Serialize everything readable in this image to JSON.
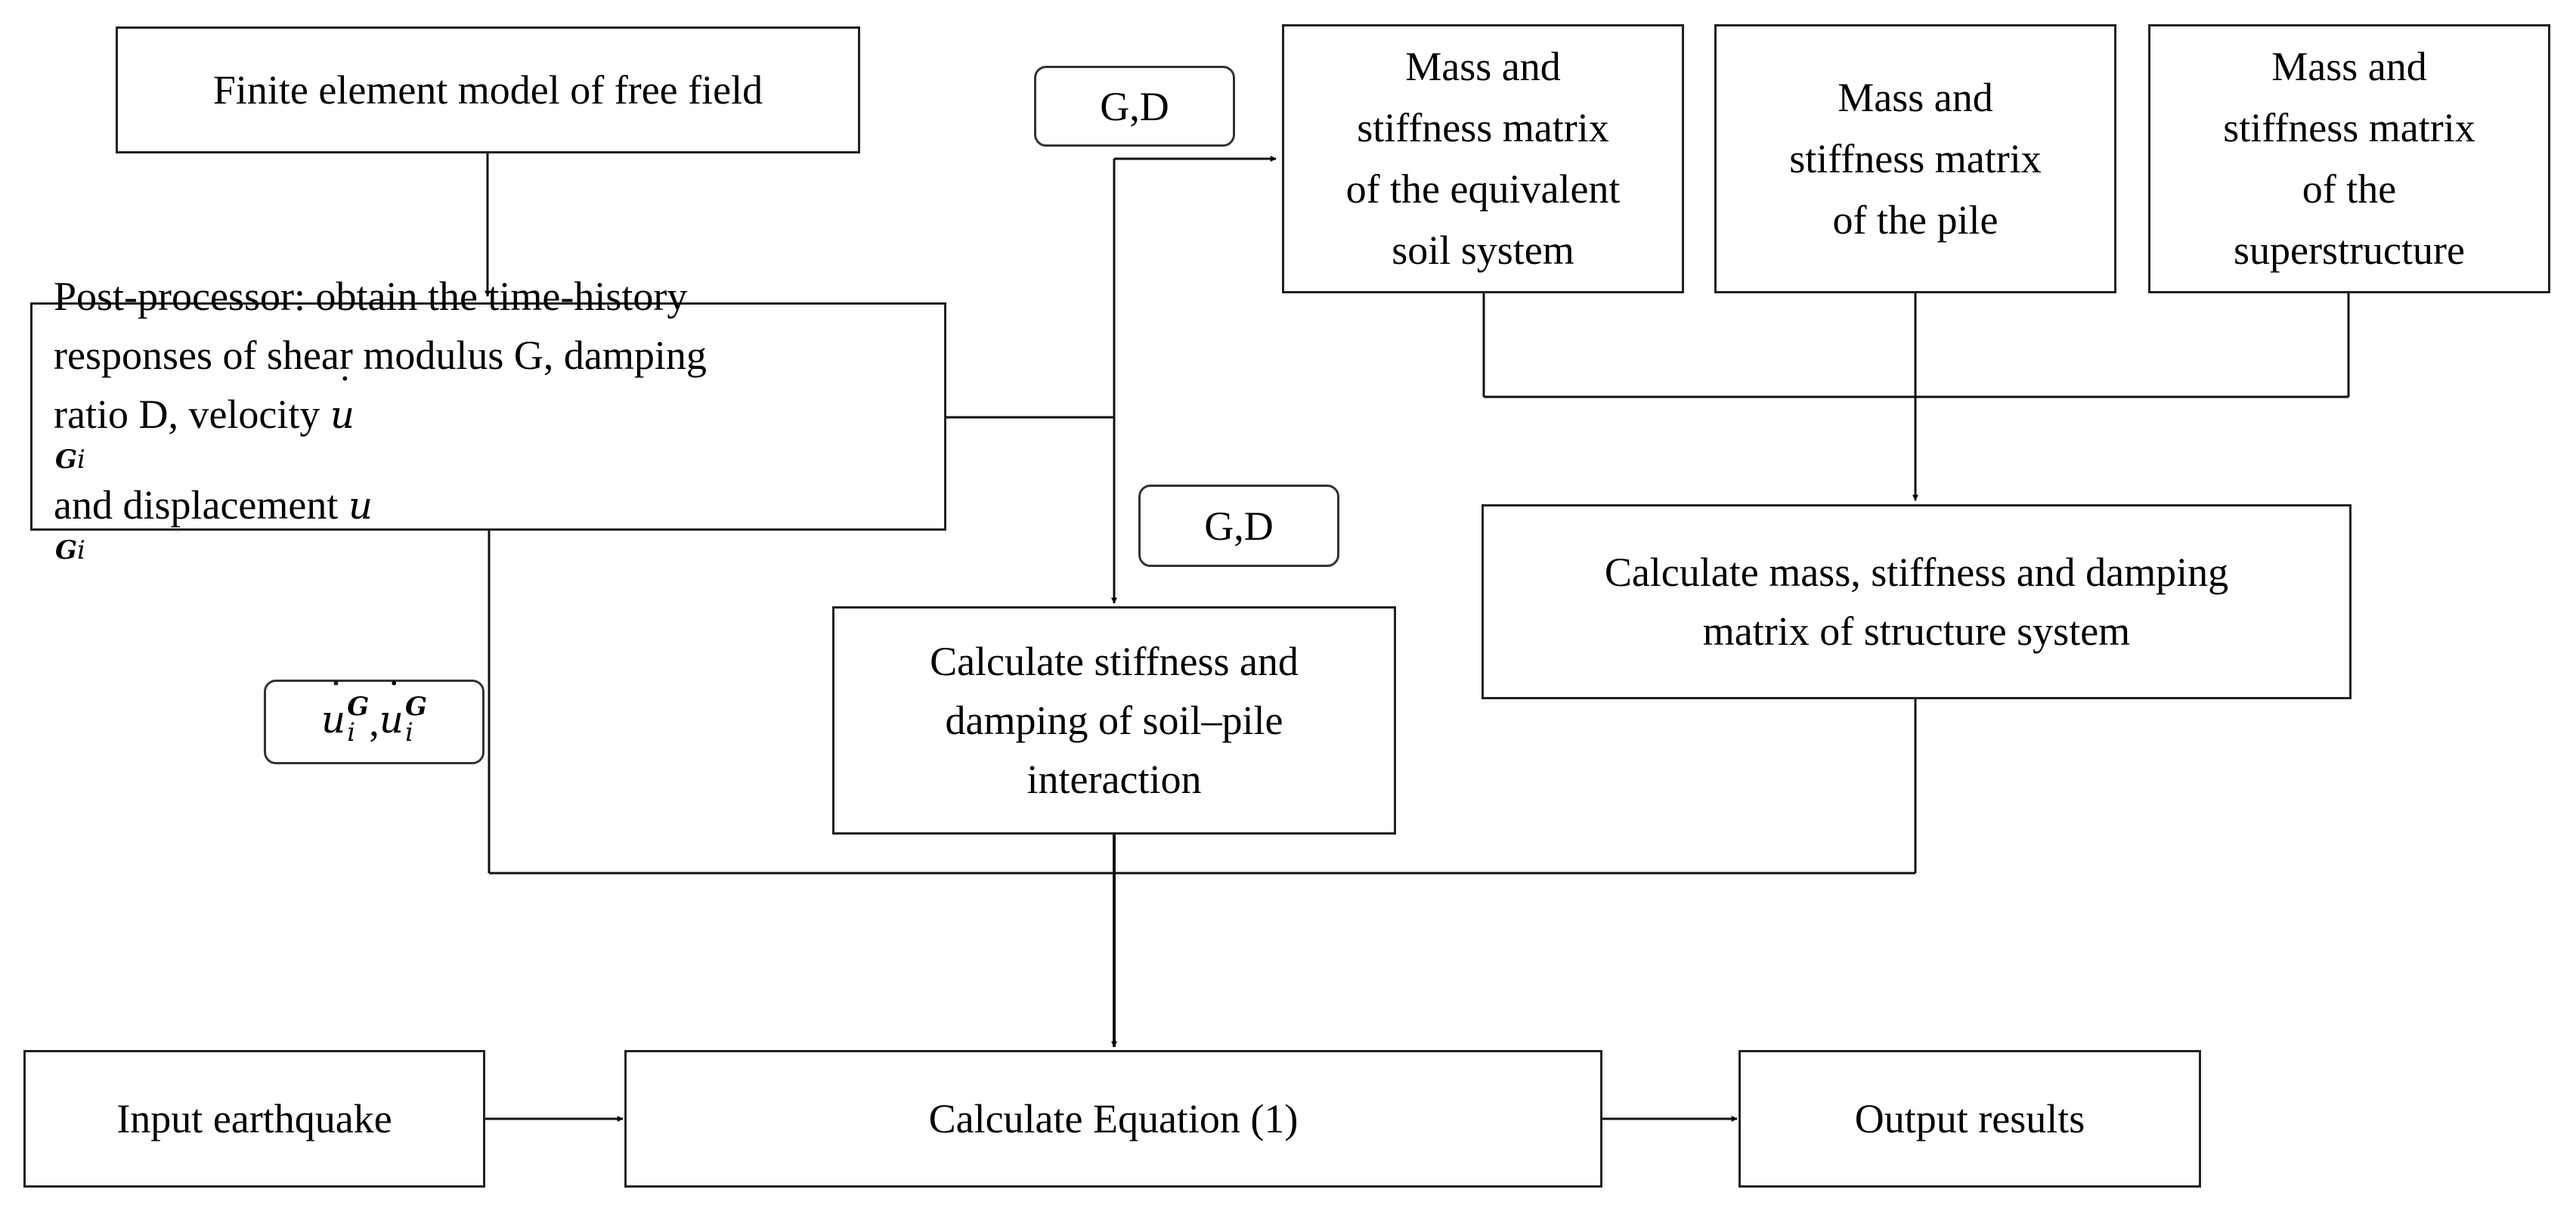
{
  "nodes": {
    "free_field": "Finite element model of free field",
    "post_processor": {
      "line1": "Post-processor: obtain the time-history",
      "line2": "responses of shear modulus G, damping",
      "line3_a": "ratio D, velocity ",
      "line3_b": " and displacement  "
    },
    "equiv_soil": [
      "Mass and",
      "stiffness matrix",
      "of the equivalent",
      "soil system"
    ],
    "pile": [
      "Mass and",
      "stiffness matrix",
      "of the pile"
    ],
    "superstructure": [
      "Mass and",
      "stiffness matrix",
      "of the",
      "superstructure"
    ],
    "soil_pile": [
      "Calculate stiffness and",
      "damping of soil–pile",
      "interaction"
    ],
    "structure_system": [
      "Calculate mass, stiffness and damping",
      "matrix of structure system"
    ],
    "input_eq": "Input earthquake",
    "calc_eq": "Calculate Equation (1)",
    "output": "Output results"
  },
  "labels": {
    "gd_top": "G,D",
    "gd_mid": "G,D",
    "vel_sep": ", "
  },
  "math": {
    "u": "u",
    "sub_i": "i",
    "sup_G": "G"
  }
}
